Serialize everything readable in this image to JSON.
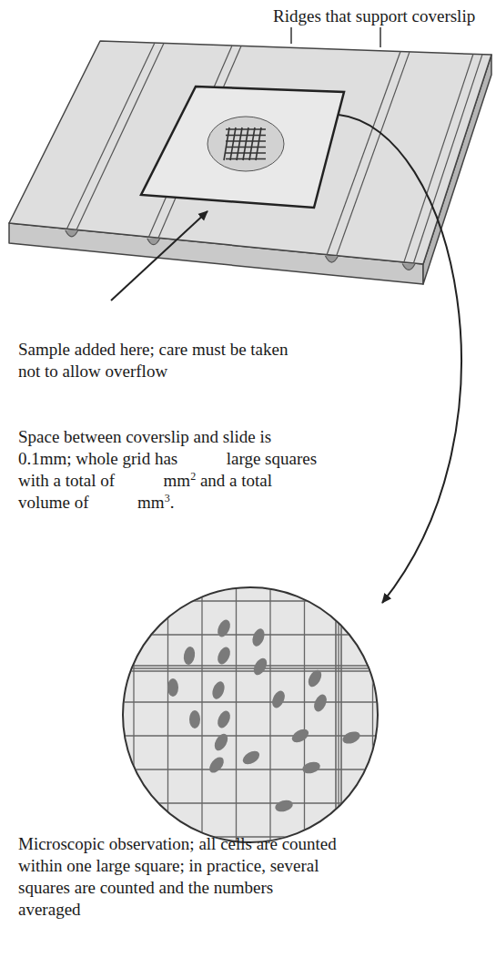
{
  "diagram": {
    "labels": [
      "Ridges that support coverslip",
      "Sample added here; care must be taken not to allow overflow",
      "Space between coverslip and slide is 0.1mm; whole grid has",
      "large squares with a total of",
      "mm",
      "2",
      "and a total volume of",
      "mm",
      "3",
      ".",
      "Microscopic observation; all cells are counted within one large square; in practice, several squares are counted and the numbers averaged"
    ]
  }
}
